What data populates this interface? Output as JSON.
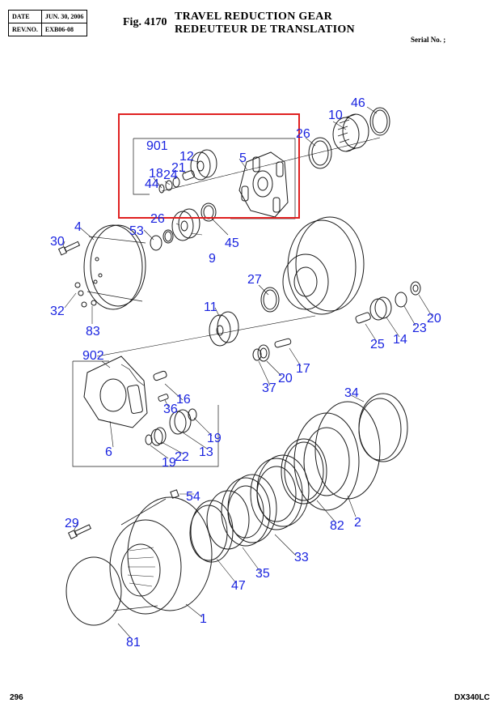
{
  "header": {
    "date_label": "DATE",
    "date_value": "JUN. 30, 2006",
    "rev_label": "REV.NO.",
    "rev_value": "EXB06-08"
  },
  "figure": {
    "number": "Fig. 4170",
    "title_en": "TRAVEL REDUCTION GEAR",
    "title_fr": "REDEUTEUR DE TRANSLATION",
    "serial_label": "Serial No. ;"
  },
  "footer": {
    "page": "296",
    "model": "DX340LC"
  },
  "colors": {
    "callout": "#1a24e0",
    "highlight": "#e02020",
    "line": "#1a1a1a"
  },
  "callouts": {
    "c901": "901",
    "c12": "12",
    "c5": "5",
    "c21": "21",
    "c18": "18",
    "c24": "24",
    "c44": "44",
    "c10": "10",
    "c46": "46",
    "c26a": "26",
    "c26b": "26",
    "c53": "53",
    "c9": "9",
    "c45": "45",
    "c4": "4",
    "c30": "30",
    "c32": "32",
    "c83": "83",
    "c27": "27",
    "c11": "11",
    "c20a": "20",
    "c20b": "20",
    "c23": "23",
    "c14": "14",
    "c25": "25",
    "c17": "17",
    "c37": "37",
    "c902": "902",
    "c6": "6",
    "c36": "36",
    "c16": "16",
    "c19a": "19",
    "c19b": "19",
    "c22": "22",
    "c13": "13",
    "c34": "34",
    "c54": "54",
    "c82": "82",
    "c2": "2",
    "c29": "29",
    "c33": "33",
    "c35": "35",
    "c47": "47",
    "c1": "1",
    "c81": "81"
  }
}
